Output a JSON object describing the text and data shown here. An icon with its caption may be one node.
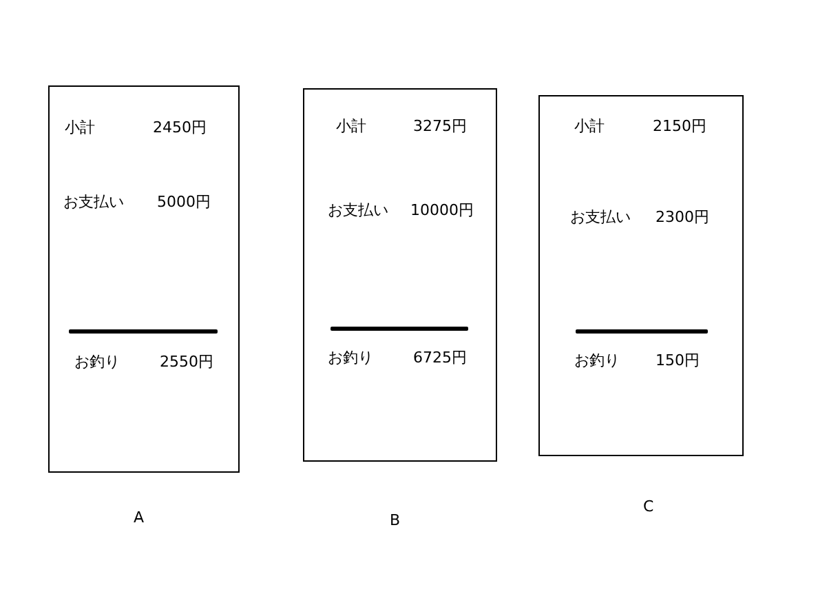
{
  "diagram": {
    "nodes": [
      {
        "text": [
          "小計",
          "2450円",
          "お支払い",
          "5000円",
          "お釣り",
          "2550円"
        ],
        "beside": [
          "A"
        ]
      },
      {
        "text": [
          "小計",
          "3275円",
          "お支払い",
          "10000円",
          "お釣り",
          "6725円"
        ],
        "beside": [
          "B"
        ]
      },
      {
        "text": [
          "小計",
          "2150円",
          "お支払い",
          "2300円",
          "お釣り",
          "150円"
        ],
        "beside": [
          "C"
        ]
      }
    ]
  }
}
